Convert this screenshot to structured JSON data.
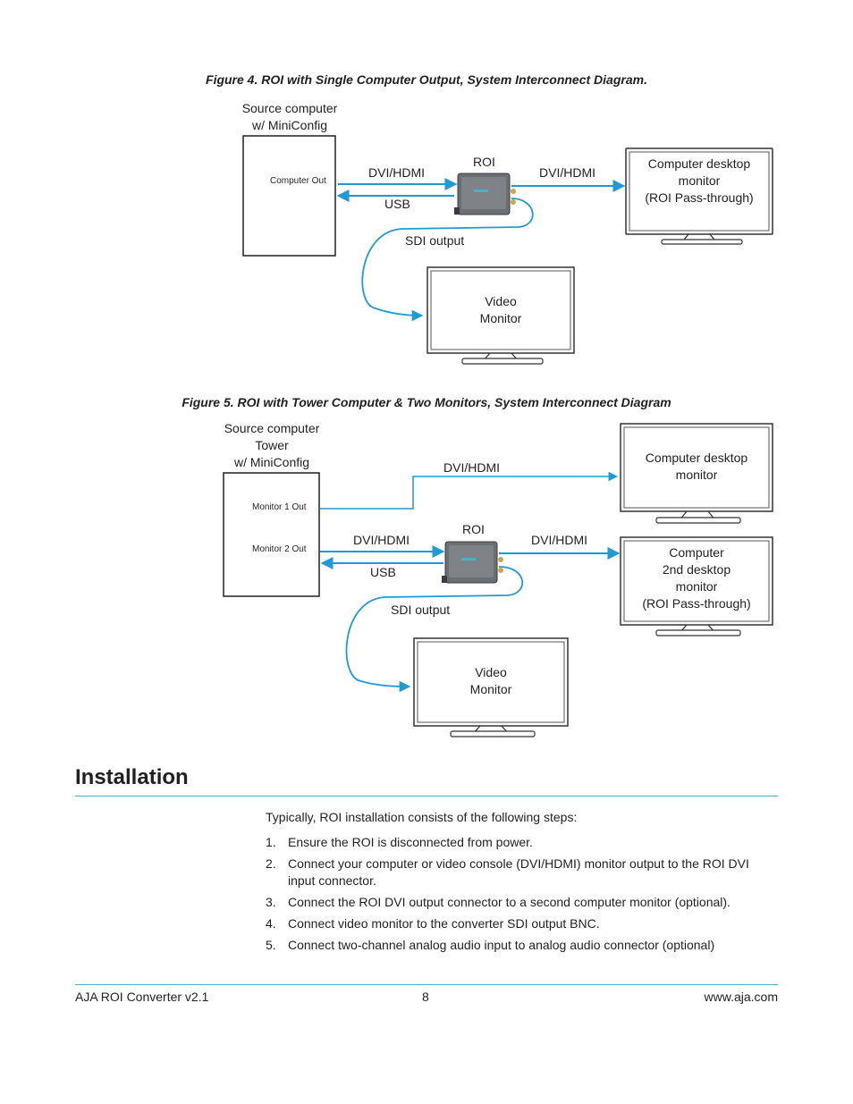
{
  "figure4": {
    "caption": "Figure 4. ROI with Single Computer Output, System Interconnect Diagram.",
    "source_label_1": "Source computer",
    "source_label_2": "w/ MiniConfig",
    "computer_out": "Computer Out",
    "dvi_left": "DVI/HDMI",
    "usb": "USB",
    "roi": "ROI",
    "dvi_right": "DVI/HDMI",
    "sdi_output": "SDI output",
    "desktop_monitor_1": "Computer desktop",
    "desktop_monitor_2": "monitor",
    "desktop_monitor_3": "(ROI Pass-through)",
    "video_monitor_1": "Video",
    "video_monitor_2": "Monitor"
  },
  "figure5": {
    "caption": "Figure 5. ROI with Tower Computer & Two Monitors, System Interconnect Diagram",
    "source_label_1": "Source computer",
    "source_label_2": "Tower",
    "source_label_3": "w/ MiniConfig",
    "monitor1_out": "Monitor 1 Out",
    "monitor2_out": "Monitor 2 Out",
    "dvi_top": "DVI/HDMI",
    "dvi_left": "DVI/HDMI",
    "usb": "USB",
    "roi": "ROI",
    "dvi_right": "DVI/HDMI",
    "sdi_output": "SDI output",
    "desktop_monitor_1": "Computer desktop",
    "desktop_monitor_2": "monitor",
    "second_monitor_1": "Computer",
    "second_monitor_2": "2nd desktop",
    "second_monitor_3": "monitor",
    "second_monitor_4": "(ROI Pass-through)",
    "video_monitor_1": "Video",
    "video_monitor_2": "Monitor"
  },
  "installation": {
    "title": "Installation",
    "intro": "Typically, ROI installation consists of the following steps:",
    "steps": [
      {
        "num": "1.",
        "text": "Ensure the ROI is disconnected from power."
      },
      {
        "num": "2.",
        "text": "Connect your computer or video console (DVI/HDMI) monitor output to the ROI DVI input connector."
      },
      {
        "num": "3.",
        "text": "Connect the ROI DVI output connector to a second computer monitor (optional)."
      },
      {
        "num": "4.",
        "text": "Connect video monitor to the converter SDI output BNC."
      },
      {
        "num": "5.",
        "text": "Connect two-channel analog audio input to analog audio connector (optional)"
      }
    ]
  },
  "footer": {
    "left": "AJA ROI Converter v2.1",
    "page": "8",
    "right": "www.aja.com"
  },
  "colors": {
    "accent": "#3fb5d3",
    "arrow": "#1f9ad6",
    "text": "#231f20"
  }
}
